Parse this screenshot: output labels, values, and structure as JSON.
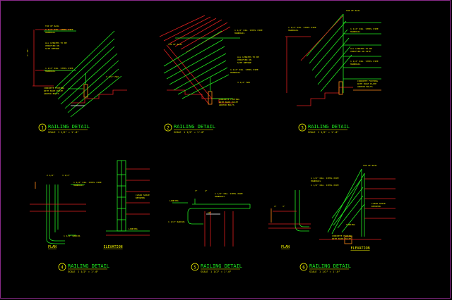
{
  "colors": {
    "background": "#000000",
    "green": "#22ee22",
    "red": "#e02020",
    "yellow": "#f2f200",
    "white": "#ffffff",
    "orange": "#ff8a1a",
    "frame": "#8a2a8a"
  },
  "details": [
    {
      "number": "1",
      "title": "RAILING DETAIL",
      "scale_label": "SCALE",
      "scale_value": "1 1/2\" = 1'-0\""
    },
    {
      "number": "2",
      "title": "RAILING DETAIL",
      "scale_label": "SCALE",
      "scale_value": "1 1/2\" = 1'-0\""
    },
    {
      "number": "3",
      "title": "RAILING DETAIL",
      "scale_label": "SCALE",
      "scale_value": "1 1/2\" = 1'-0\""
    },
    {
      "number": "4",
      "title": "RAILING DETAIL",
      "scale_label": "SCALE",
      "scale_value": "1 1/2\" = 1'-0\""
    },
    {
      "number": "5",
      "title": "RAILING DETAIL",
      "scale_label": "SCALE",
      "scale_value": "1 1/2\" = 1'-0\""
    },
    {
      "number": "6",
      "title": "RAILING DETAIL",
      "scale_label": "SCALE",
      "scale_value": "1 1/2\" = 1'-0\""
    }
  ],
  "view_labels": {
    "plan_4": "PLAN",
    "elevation_4": "ELEVATION",
    "plan_6": "PLAN",
    "elevation_6": "ELEVATION"
  },
  "notes": {
    "top_rail": "1 1/2\" DIA. STEEL PIPE HANDRAIL",
    "post": "1 1/2\" DIA. STEEL PIPE",
    "landing": "LANDING",
    "concrete": "CONCRETE FOOTING"
  }
}
